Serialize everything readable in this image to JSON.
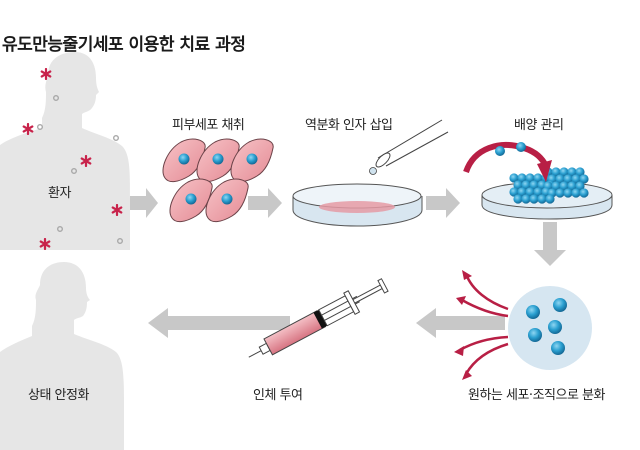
{
  "title": "유도만능줄기세포 이용한 치료 과정",
  "steps": {
    "patient": "환자",
    "skin_cells": "피부세포 채취",
    "reprogramming": "역분화 인자 삽입",
    "culture": "배양 관리",
    "differentiation": "원하는 세포·조직으로 분화",
    "injection": "인체 투여",
    "stabilized": "상태 안정화"
  },
  "colors": {
    "silhouette": "#e6e6e6",
    "arrow_gray": "#c8c8c8",
    "accent_red": "#b81f45",
    "cell_pink": "#f0a4ab",
    "cell_nucleus": "#2a90c0",
    "dish_blue": "#d8e6f0",
    "marker_gray": "#a8a8a8"
  }
}
